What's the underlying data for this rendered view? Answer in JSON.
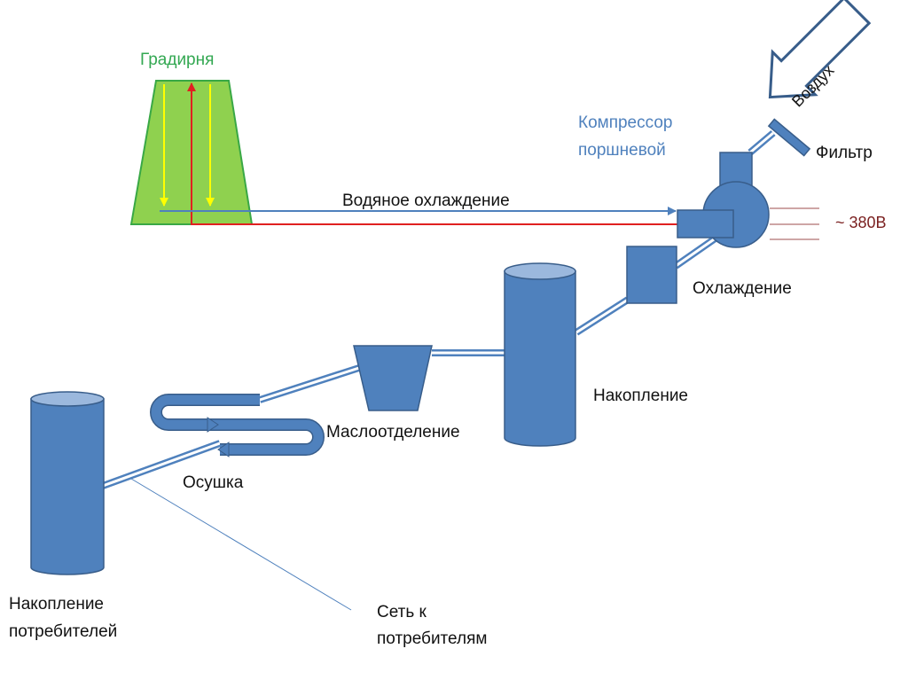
{
  "labels": {
    "cooling_tower": "Градирня",
    "compressor_line1": "Компрессор",
    "compressor_line2": "поршневой",
    "filter": "Фильтр",
    "air": "Воздух",
    "voltage": "~ 380В",
    "water_cooling": "Водяное охлаждение",
    "cooling": "Охлаждение",
    "accumulation": "Накопление",
    "oil_separation": "Маслоотделение",
    "drying": "Осушка",
    "consumer_storage_line1": "Накопление",
    "consumer_storage_line2": "потребителей",
    "network_line1": "Сеть к",
    "network_line2": "потребителям"
  },
  "colors": {
    "equipment": "#4f81bd",
    "equipment_stroke": "#385d8a",
    "tower_fill": "#8fd14f",
    "tower_stroke": "#39a845",
    "hot_water": "#e02020",
    "cold_water": "#4f81bd",
    "tower_arrows": "#ffff00",
    "power_lines": "#b07070"
  }
}
